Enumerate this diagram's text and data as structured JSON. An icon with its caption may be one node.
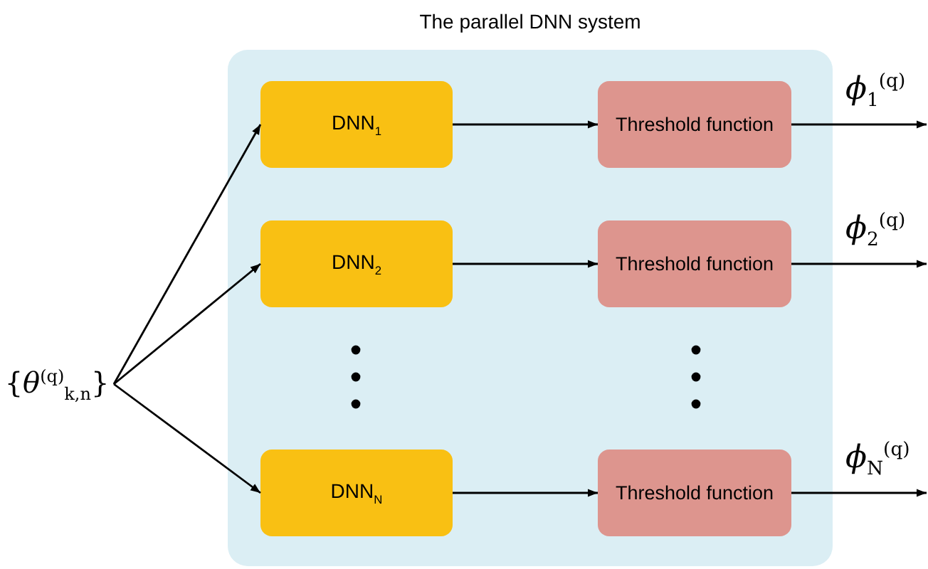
{
  "diagram": {
    "nodes": [
      {
        "text": [
          "The parallel DNN system"
        ]
      },
      {
        "text": [
          "{*θ*$^{(q)}$$_{k,n}$}"
        ]
      },
      {
        "text": [
          "DNN$_{1}$"
        ],
        "in": 0
      },
      {
        "text": [
          "Threshold function"
        ],
        "in": 0
      },
      {
        "text": [
          "DNN$_{2}$"
        ],
        "in": 0
      },
      {
        "text": [
          "Threshold function"
        ],
        "in": 0
      },
      {
        "text": [
          "DNN$_{N}$"
        ],
        "in": 0
      },
      {
        "text": [
          "Threshold function"
        ],
        "in": 0
      }
    ],
    "edges": [
      {
        "from": 1,
        "to": 2,
        "arrow": "to"
      },
      {
        "from": 1,
        "to": 4,
        "arrow": "to"
      },
      {
        "from": 1,
        "to": 6,
        "arrow": "to"
      },
      {
        "from": 2,
        "to": 3,
        "arrow": "to"
      },
      {
        "from": 4,
        "to": 5,
        "arrow": "to"
      },
      {
        "from": 6,
        "to": 7,
        "arrow": "to"
      },
      {
        "from": 3,
        "to": null,
        "arrow": "to",
        "label": "*ϕ*$_{1}$$^{(q)}$"
      },
      {
        "from": 5,
        "to": null,
        "arrow": "to",
        "label": "*ϕ*$_{2}$$^{(q)}$"
      },
      {
        "from": 7,
        "to": null,
        "arrow": "to",
        "label": "*ϕ*$_{N}$$^{(q)}$"
      }
    ]
  }
}
